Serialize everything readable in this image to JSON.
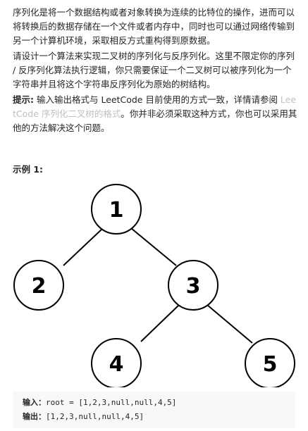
{
  "problem": {
    "intro_text": "序列化是将一个数据结构或者对象转换为连续的比特位的操作，进而可以将转换后的数据存储在一个文件或者内存中，同时也可以通过网络传输到另一个计算机环境，采取相反方式重构得到原数据。",
    "task_text": "请设计一个算法来实现二叉树的序列化与反序列化。这里不限定你的序列 / 反序列化算法执行逻辑，你只需要保证一个二叉树可以被序列化为一个字符串并且将这个字符串反序列化为原始的树结构。",
    "hint_label": "提示:",
    "hint_text_before": " 输入输出格式与 LeetCode 目前使用的方式一致，详情请参阅 ",
    "hint_link": "LeetCode 序列化二叉树的格式",
    "hint_text_after": "。你并非必须采取这种方式，你也可以采用其他的方法解决这个问题。"
  },
  "example": {
    "title": "示例 1:",
    "tree_nodes": [
      "1",
      "2",
      "3",
      "4",
      "5"
    ],
    "input_label": "输入：",
    "input_value": "root = [1,2,3,null,null,4,5]",
    "output_label": "输出：",
    "output_value": "[1,2,3,null,null,4,5]"
  },
  "colors": {
    "text": "#262626",
    "link": "#bfbfbf",
    "code_bg": "#f7f8fa"
  }
}
